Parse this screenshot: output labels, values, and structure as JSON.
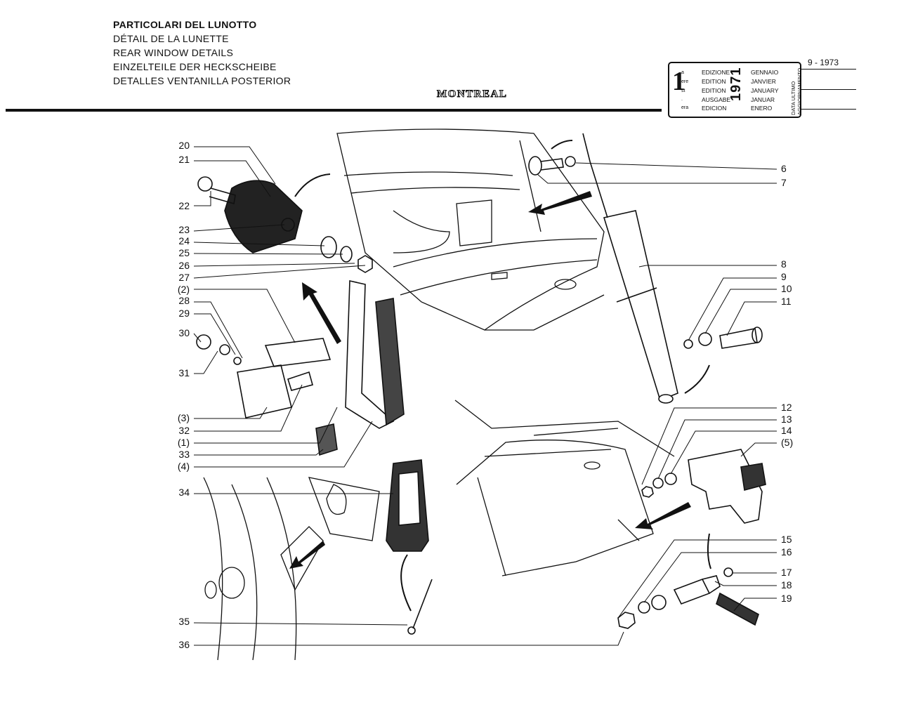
{
  "header": {
    "titles": [
      "PARTICOLARI DEL LUNOTTO",
      "DÉTAIL DE LA LUNETTE",
      "REAR WINDOW DETAILS",
      "EINZELTEILE DER HECKSCHEIBE",
      "DETALLES VENTANILLA POSTERIOR"
    ],
    "model": "MONTREAL"
  },
  "edition_box": {
    "number": "1",
    "suffixes": [
      "a",
      "ere",
      "st",
      ".",
      "era"
    ],
    "labels": [
      "EDIZIONE",
      "EDITION",
      "EDITION",
      "AUSGABE",
      "EDICION"
    ],
    "year": "1971",
    "months": [
      "GENNAIO",
      "JANVIER",
      "JANUARY",
      "JANUAR",
      "ENERO"
    ],
    "vertical_1": "DATA ULTIMO",
    "vertical_2": "AGGIORNAMENTO"
  },
  "update": {
    "date": "9 - 1973"
  },
  "callouts_left": [
    "20",
    "21",
    "22",
    "23",
    "24",
    "25",
    "26",
    "27",
    "(2)",
    "28",
    "29",
    "30",
    "31",
    "(3)",
    "32",
    "(1)",
    "33",
    "(4)",
    "34",
    "35",
    "36"
  ],
  "callouts_right": [
    "6",
    "7",
    "8",
    "9",
    "10",
    "11",
    "12",
    "13",
    "14",
    "(5)",
    "15",
    "16",
    "17",
    "18",
    "19"
  ]
}
